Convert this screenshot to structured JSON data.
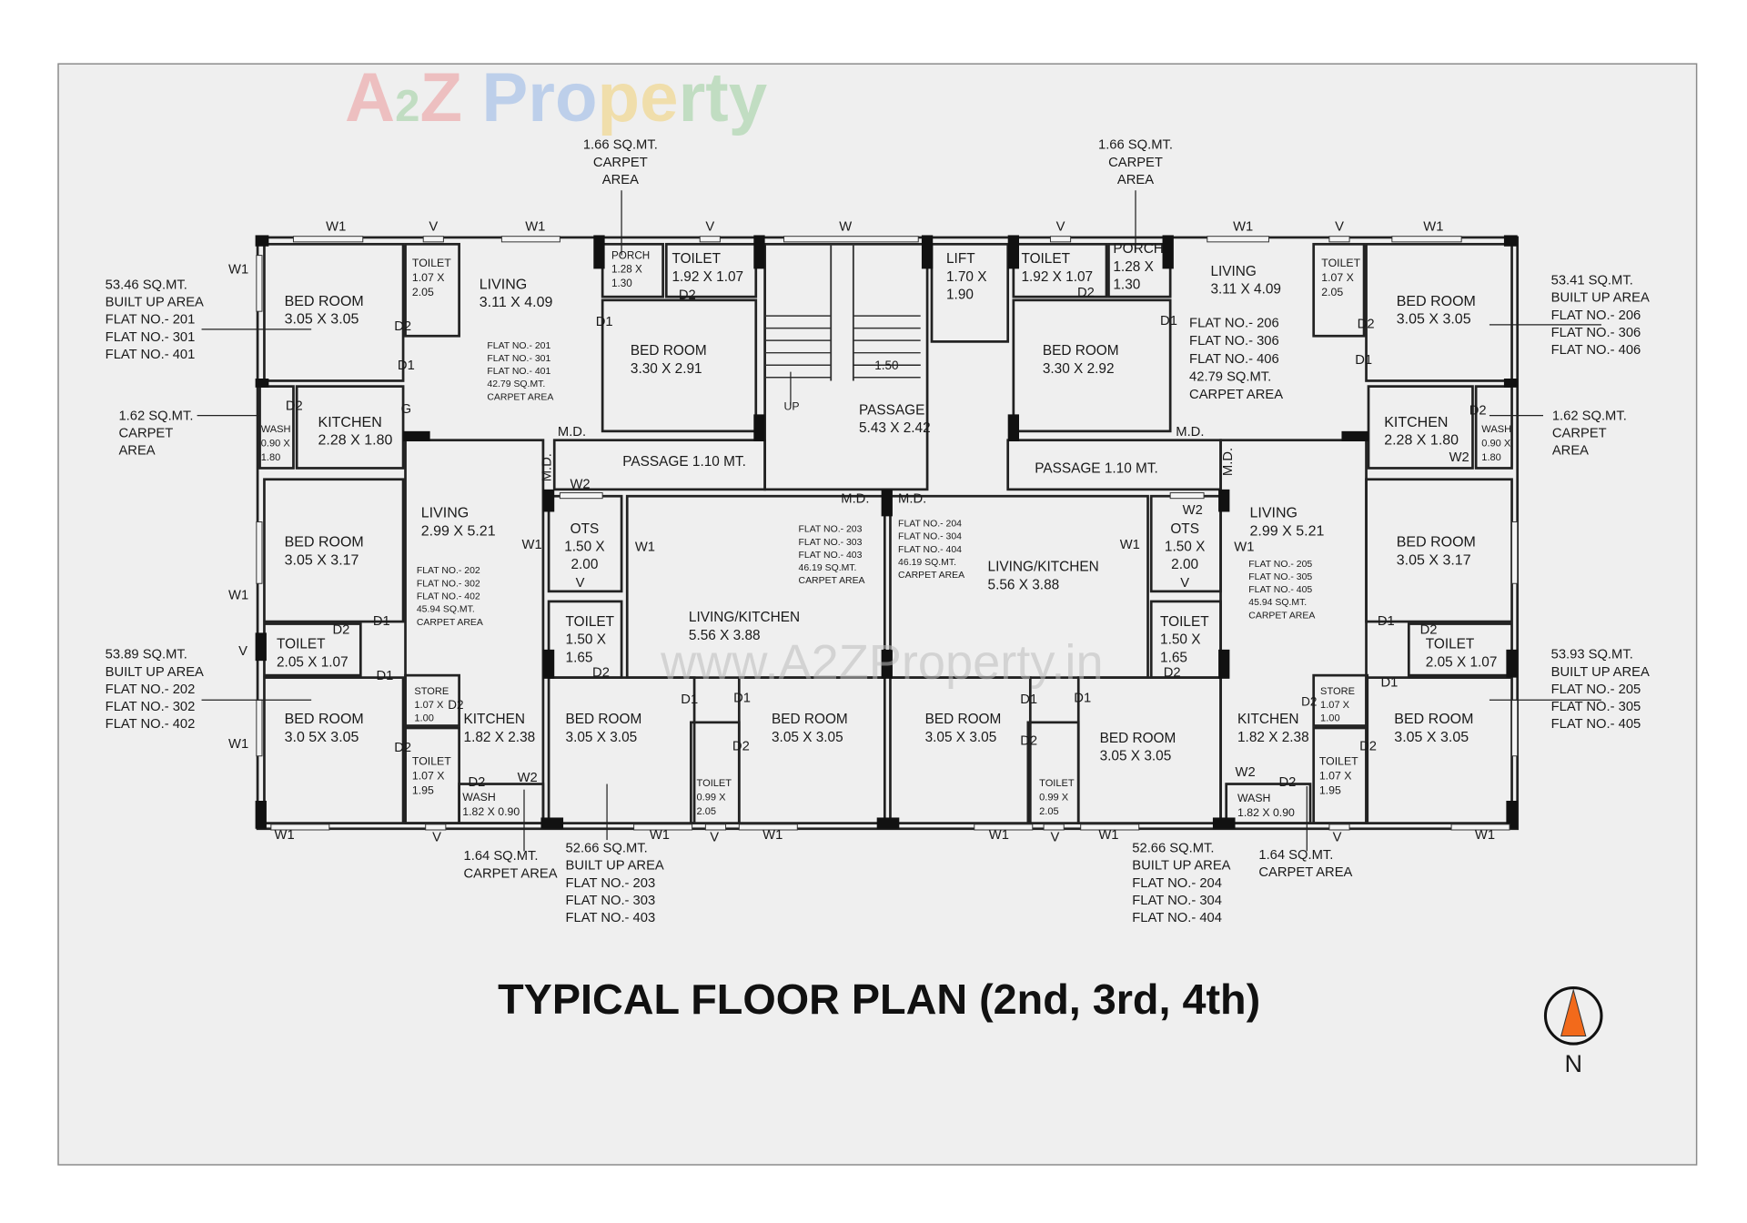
{
  "watermark": {
    "logo": "A2Z Property",
    "url": "www.A2ZProperty.in",
    "logo_colors": [
      "#e8474b",
      "#4caf50",
      "#3f7fe0",
      "#f4b400",
      "#4caf50"
    ]
  },
  "title": "TYPICAL  FLOOR PLAN (2nd, 3rd, 4th)",
  "compass": {
    "label": "N",
    "needle_color": "#f26a1b"
  },
  "labels": {
    "t_w1a": [
      "W1"
    ],
    "t_va": [
      "V"
    ],
    "t_w1b": [
      "W1"
    ],
    "t_vb": [
      "V"
    ],
    "t_w": [
      "W"
    ],
    "t_vc": [
      "V"
    ],
    "t_w1c": [
      "W1"
    ],
    "t_vd": [
      "V"
    ],
    "t_w1d": [
      "W1"
    ],
    "l_w1a": [
      "W1"
    ],
    "l_w1b": [
      "W1"
    ],
    "l_v": [
      "V"
    ],
    "l_w1c": [
      "W1"
    ],
    "b_w1a": [
      "W1"
    ],
    "b_va": [
      "V"
    ],
    "b_w1b": [
      "W1"
    ],
    "b_vb": [
      "V"
    ],
    "b_w1c": [
      "W1"
    ],
    "b_w1d": [
      "W1"
    ],
    "b_vc": [
      "V"
    ],
    "b_w1e": [
      "W1"
    ],
    "b_vd": [
      "V"
    ],
    "b_w1f": [
      "W1"
    ],
    "f201_bed1": [
      "BED ROOM",
      "3.05 X 3.05"
    ],
    "f201_toilet1": [
      "TOILET",
      "1.07 X",
      "2.05"
    ],
    "f201_living": [
      "LIVING",
      "3.11 X 4.09"
    ],
    "f201_info": [
      "FLAT NO.- 201",
      "FLAT NO.- 301",
      "FLAT NO.- 401",
      "42.79 SQ.MT.",
      "CARPET AREA"
    ],
    "f201_porch": [
      "PORCH",
      "1.28 X",
      "1.30"
    ],
    "f201_toilet2": [
      "TOILET",
      "1.92 X 1.07"
    ],
    "f201_d2a": [
      "D2"
    ],
    "f201_d1a": [
      "D1"
    ],
    "f201_d2b": [
      "D2"
    ],
    "f201_d1b": [
      "D1"
    ],
    "f201_d2c": [
      "D2"
    ],
    "f201_g": [
      "G"
    ],
    "f201_bed2": [
      "BED ROOM",
      "3.30 X 2.91"
    ],
    "f201_wash": [
      "WASH",
      "0.90 X",
      "1.80"
    ],
    "f201_kitchen": [
      "KITCHEN",
      "2.28 X 1.80"
    ],
    "f201_md": [
      "M.D."
    ],
    "f201_md_v": [
      "M.D."
    ],
    "passage_left": [
      "PASSAGE  1.10 MT."
    ],
    "stair_up": [
      "UP"
    ],
    "stair_width": [
      "1.50"
    ],
    "passage_center": [
      "PASSAGE",
      "5.43 X 2.42"
    ],
    "lift": [
      "LIFT",
      "1.70 X",
      "1.90"
    ],
    "f206_toilet2": [
      "TOILET",
      "1.92 X 1.07"
    ],
    "f206_d2a": [
      "D2"
    ],
    "f206_porch": [
      "PORCH",
      "1.28 X",
      "1.30"
    ],
    "f206_d1a": [
      "D1"
    ],
    "f206_bed2": [
      "BED ROOM",
      "3.30 X 2.92"
    ],
    "f206_living": [
      "LIVING",
      "3.11 X 4.09"
    ],
    "f206_info": [
      "FLAT NO.- 206",
      "FLAT NO.- 306",
      "FLAT NO.- 406",
      "42.79 SQ.MT.",
      "CARPET AREA"
    ],
    "f206_toilet1": [
      "TOILET",
      "1.07 X",
      "2.05"
    ],
    "f206_d2b": [
      "D2"
    ],
    "f206_d1b": [
      "D1"
    ],
    "f206_bed1": [
      "BED ROOM",
      "3.05 X 3.05"
    ],
    "f206_md": [
      "M.D."
    ],
    "f206_d2c": [
      "D2"
    ],
    "f206_kitchen": [
      "KITCHEN",
      "2.28 X 1.80"
    ],
    "f206_wash": [
      "WASH",
      "0.90 X",
      "1.80"
    ],
    "f206_w2": [
      "W2"
    ],
    "passage_right": [
      "PASSAGE  1.10 MT."
    ],
    "f206_md_v": [
      "M.D."
    ],
    "f203_w2": [
      "W2"
    ],
    "f203_md": [
      "M.D."
    ],
    "f204_md": [
      "M.D."
    ],
    "f204_w2": [
      "W2"
    ],
    "f202_living": [
      "LIVING",
      "2.99 X 5.21"
    ],
    "f202_info": [
      "FLAT NO.- 202",
      "FLAT NO.- 302",
      "FLAT NO.- 402",
      "45.94 SQ.MT.",
      "CARPET AREA"
    ],
    "f202_bed1": [
      "BED ROOM",
      "3.05 X 3.17"
    ],
    "f202_d1a": [
      "D1"
    ],
    "f202_d2a": [
      "D2"
    ],
    "f202_toilet1": [
      "TOILET",
      "2.05 X 1.07"
    ],
    "f202_d1b": [
      "D1"
    ],
    "f202_store": [
      "STORE",
      "1.07 X",
      "1.00"
    ],
    "f202_d2b": [
      "D2"
    ],
    "f202_kitchen": [
      "KITCHEN",
      "1.82 X 2.38"
    ],
    "f202_bed2": [
      "BED ROOM",
      "3.0 5X 3.05"
    ],
    "f202_d2c": [
      "D2"
    ],
    "f202_toilet2": [
      "TOILET",
      "1.07 X",
      "1.95"
    ],
    "f202_d2d": [
      "D2"
    ],
    "f202_w2": [
      "W2"
    ],
    "f202_wash": [
      "WASH",
      "1.82 X 0.90"
    ],
    "f203_ots": [
      "OTS",
      "1.50 X",
      "2.00"
    ],
    "f203_w1a": [
      "W1"
    ],
    "f203_w1b": [
      "W1"
    ],
    "f203_v": [
      "V"
    ],
    "f203_info": [
      "FLAT NO.- 203",
      "FLAT NO.- 303",
      "FLAT NO.- 403",
      "46.19 SQ.MT.",
      "CARPET AREA"
    ],
    "f203_livkit": [
      "LIVING/KITCHEN",
      "5.56 X 3.88"
    ],
    "f203_toilet1": [
      "TOILET",
      "1.50 X",
      "1.65"
    ],
    "f203_d2a": [
      "D2"
    ],
    "f203_d1a": [
      "D1"
    ],
    "f203_d1b": [
      "D1"
    ],
    "f203_bed1": [
      "BED ROOM",
      "3.05 X 3.05"
    ],
    "f203_d2b": [
      "D2"
    ],
    "f203_bed2": [
      "BED ROOM",
      "3.05 X 3.05"
    ],
    "f203_toilet2": [
      "TOILET",
      "0.99 X",
      "2.05"
    ],
    "f204_info": [
      "FLAT NO.- 204",
      "FLAT NO.- 304",
      "FLAT NO.- 404",
      "46.19 SQ.MT.",
      "CARPET AREA"
    ],
    "f204_livkit": [
      "LIVING/KITCHEN",
      "5.56 X 3.88"
    ],
    "f204_w1a": [
      "W1"
    ],
    "f204_ots": [
      "OTS",
      "1.50 X",
      "2.00"
    ],
    "f204_v": [
      "V"
    ],
    "f204_w1b": [
      "W1"
    ],
    "f204_toilet1": [
      "TOILET",
      "1.50 X",
      "1.65"
    ],
    "f204_d2a": [
      "D2"
    ],
    "f204_d1a": [
      "D1"
    ],
    "f204_d1b": [
      "D1"
    ],
    "f204_bed1": [
      "BED ROOM",
      "3.05 X 3.05"
    ],
    "f204_d2b": [
      "D2"
    ],
    "f204_bed2": [
      "BED ROOM",
      "3.05 X 3.05"
    ],
    "f204_toilet2": [
      "TOILET",
      "0.99 X",
      "2.05"
    ],
    "f205_living": [
      "LIVING",
      "2.99 X 5.21"
    ],
    "f205_info": [
      "FLAT NO.- 205",
      "FLAT NO.- 305",
      "FLAT NO.- 405",
      "45.94 SQ.MT.",
      "CARPET AREA"
    ],
    "f205_bed1": [
      "BED ROOM",
      "3.05 X 3.17"
    ],
    "f205_d1a": [
      "D1"
    ],
    "f205_d2a": [
      "D2"
    ],
    "f205_toilet1": [
      "TOILET",
      "2.05 X 1.07"
    ],
    "f205_d1b": [
      "D1"
    ],
    "f205_store": [
      "STORE",
      "1.07 X",
      "1.00"
    ],
    "f205_d2b": [
      "D2"
    ],
    "f205_kitchen": [
      "KITCHEN",
      "1.82 X 2.38"
    ],
    "f205_bed2": [
      "BED ROOM",
      "3.05 X 3.05"
    ],
    "f205_d2c": [
      "D2"
    ],
    "f205_toilet2": [
      "TOILET",
      "1.07 X",
      "1.95"
    ],
    "f205_w2": [
      "W2"
    ],
    "f205_d2d": [
      "D2"
    ],
    "f205_wash": [
      "WASH",
      "1.82 X 0.90"
    ],
    "ann_201": [
      "53.46 SQ.MT.",
      "BUILT UP AREA",
      "FLAT NO.- 201",
      "FLAT NO.- 301",
      "FLAT NO.- 401"
    ],
    "ann_wash_left": [
      "1.62 SQ.MT.",
      "CARPET",
      "AREA"
    ],
    "ann_202": [
      "53.89 SQ.MT.",
      "BUILT UP AREA",
      "FLAT NO.-  202",
      "FLAT NO.- 302",
      "FLAT NO.- 402"
    ],
    "ann_porch_left": [
      "1.66 SQ.MT.",
      "CARPET",
      "AREA"
    ],
    "ann_porch_right": [
      "1.66 SQ.MT.",
      "CARPET",
      "AREA"
    ],
    "ann_206": [
      "53.41 SQ.MT.",
      "BUILT UP AREA",
      "FLAT NO.- 206",
      "FLAT NO.- 306",
      "FLAT NO.- 406"
    ],
    "ann_wash_right": [
      "1.62 SQ.MT.",
      "CARPET",
      "AREA"
    ],
    "ann_205": [
      "53.93 SQ.MT.",
      "BUILT UP AREA",
      "FLAT NO.- 205",
      "FLAT NO.- 305",
      "FLAT NO.- 405"
    ],
    "ann_wash202": [
      "1.64 SQ.MT.",
      "CARPET AREA"
    ],
    "ann_wash205": [
      "1.64 SQ.MT.",
      "CARPET AREA"
    ],
    "ann_203": [
      "52.66 SQ.MT.",
      "BUILT UP AREA",
      "FLAT NO.- 203",
      "FLAT NO.- 303",
      "FLAT NO.- 403"
    ],
    "ann_204": [
      "52.66 SQ.MT.",
      "BUILT UP AREA",
      "FLAT NO.- 204",
      "FLAT NO.- 304",
      "FLAT NO.- 404"
    ]
  }
}
